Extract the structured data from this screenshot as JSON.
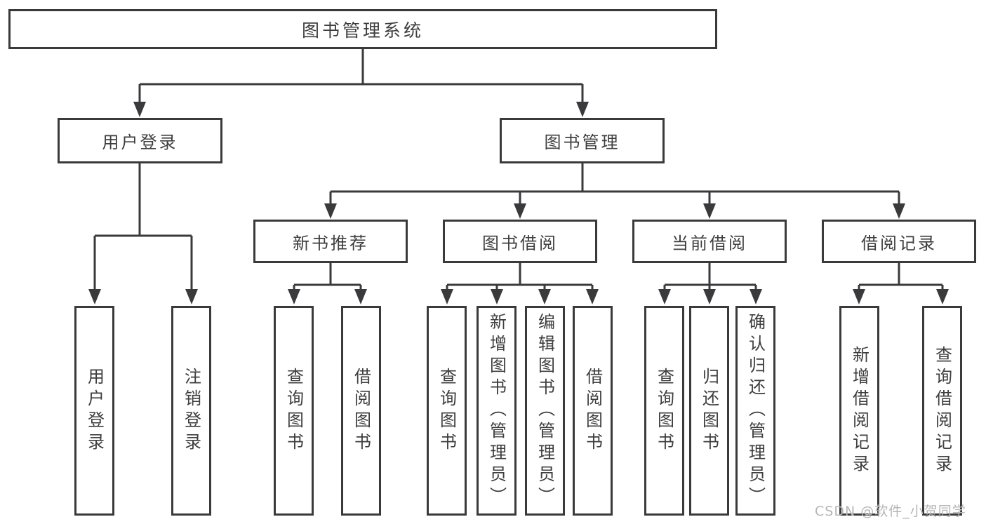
{
  "diagram": {
    "root": {
      "label": "图书管理系统"
    },
    "level2": [
      {
        "label": "用户登录"
      },
      {
        "label": "图书管理"
      }
    ],
    "level3": [
      {
        "label": "新书推荐"
      },
      {
        "label": "图书借阅"
      },
      {
        "label": "当前借阅"
      },
      {
        "label": "借阅记录"
      }
    ],
    "level4": {
      "user_login": [
        "用户登录",
        "注销登录"
      ],
      "new_books": [
        "查询图书",
        "借阅图书"
      ],
      "book_borrow": [
        "查询图书",
        "新增图书（管理员）",
        "编辑图书（管理员）",
        "借阅图书"
      ],
      "current_borrow": [
        "查询图书",
        "归还图书",
        "确认归还（管理员）"
      ],
      "borrow_records": [
        "新增借阅记录",
        "查询借阅记录"
      ]
    },
    "watermark": "CSDN @软件_小贺同学",
    "colors": {
      "line": "#3a3a3c",
      "text": "#3e3e40",
      "watermark": "#b6b6b6",
      "background": "#ffffff"
    }
  }
}
